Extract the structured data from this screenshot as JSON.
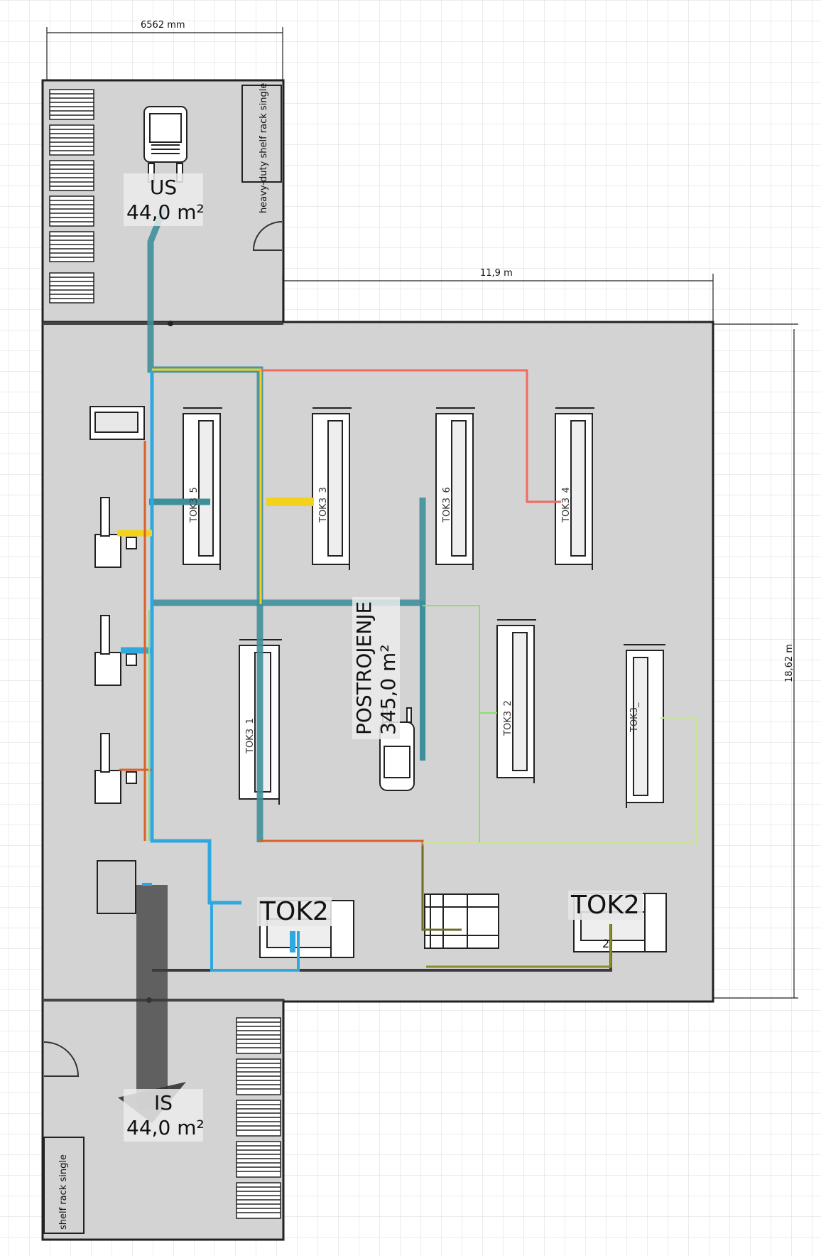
{
  "dimensions": {
    "top_width": "6562 mm",
    "right_width": "11,9 m",
    "height": "18,62 m"
  },
  "rooms": {
    "top": {
      "name": "US",
      "area": "44,0 m²"
    },
    "main": {
      "name": "POSTROJENJE",
      "area": "345,0 m²"
    },
    "bottom": {
      "name": "IS",
      "area": "44,0 m²"
    }
  },
  "racks": {
    "top": "heavy-duty shelf rack single",
    "bottom": "shelf rack single"
  },
  "machines": {
    "tok5": "TOK3_5",
    "tok3": "TOK3_3",
    "tok6": "TOK3_6",
    "tok4": "TOK3_4",
    "tok1": "TOK3_1",
    "tok2": "TOK3_2",
    "tok7": "TOK3_",
    "lathe_a": "TOK2",
    "lathe_b": "TOK2",
    "lathe_b_sub": "2"
  },
  "flow_colors": {
    "teal": "#3f8f9a",
    "blue": "#2fa8e0",
    "yellow": "#f2d21c",
    "red": "#f06a62",
    "green": "#8be06a",
    "orange": "#d9602a",
    "olive": "#6b6b2a",
    "dark": "#333333"
  }
}
